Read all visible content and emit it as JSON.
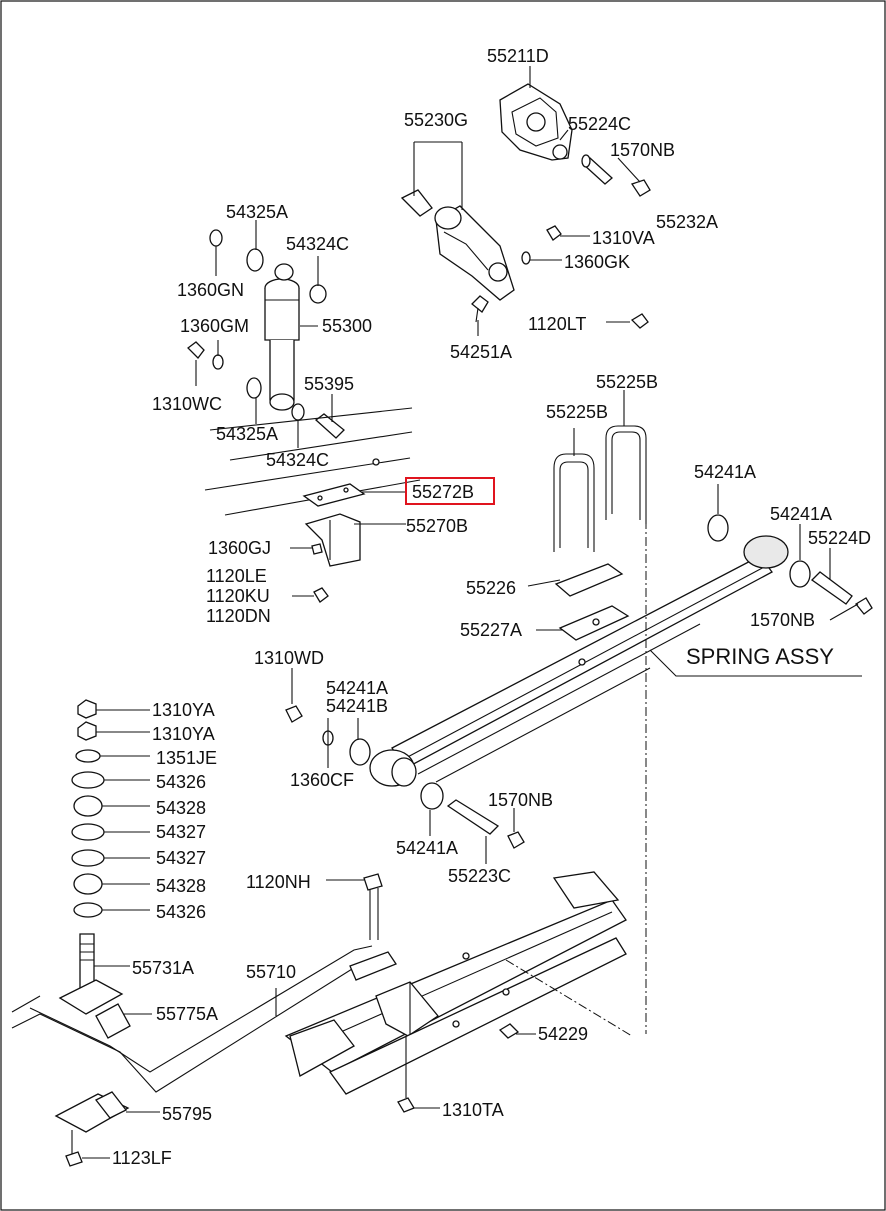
{
  "diagram": {
    "highlight_color": "#e0141e",
    "labels": {
      "l55211D": "55211D",
      "l55230G": "55230G",
      "l55224C_top": "55224C",
      "l1570NB_top": "1570NB",
      "l55232A": "55232A",
      "l1310VA": "1310VA",
      "l1360GK": "1360GK",
      "l1120LT": "1120LT",
      "l54251A": "54251A",
      "l54325A_top": "54325A",
      "l54324C_top": "54324C",
      "l1360GN": "1360GN",
      "l55300": "55300",
      "l1360GM": "1360GM",
      "l1310WC": "1310WC",
      "l55395": "55395",
      "l54325A_bot": "54325A",
      "l54324C_bot": "54324C",
      "l55272B": "55272B",
      "l55270B": "55270B",
      "l1360GJ": "1360GJ",
      "l1120LE": "1120LE",
      "l1120KU": "1120KU",
      "l1120DN": "1120DN",
      "l55225B_a": "55225B",
      "l55225B_b": "55225B",
      "l54241A_1": "54241A",
      "l54241A_2": "54241A",
      "l55224D": "55224D",
      "l55226": "55226",
      "l55227A": "55227A",
      "l1570NB_mid": "1570NB",
      "spring_assy": "SPRING ASSY",
      "l1310WD": "1310WD",
      "l54241A_3": "54241A",
      "l54241B": "54241B",
      "l1360CF": "1360CF",
      "l54241A_4": "54241A",
      "l1570NB_bot": "1570NB",
      "l55223C": "55223C",
      "l1310YA_1": "1310YA",
      "l1310YA_2": "1310YA",
      "l1351JE": "1351JE",
      "l54326_1": "54326",
      "l54328_1": "54328",
      "l54327_1": "54327",
      "l54327_2": "54327",
      "l54328_2": "54328",
      "l54326_2": "54326",
      "l1120NH": "1120NH",
      "l55731A": "55731A",
      "l55710": "55710",
      "l55775A": "55775A",
      "l54229": "54229",
      "l55795": "55795",
      "l1310TA": "1310TA",
      "l1123LF": "1123LF"
    }
  }
}
